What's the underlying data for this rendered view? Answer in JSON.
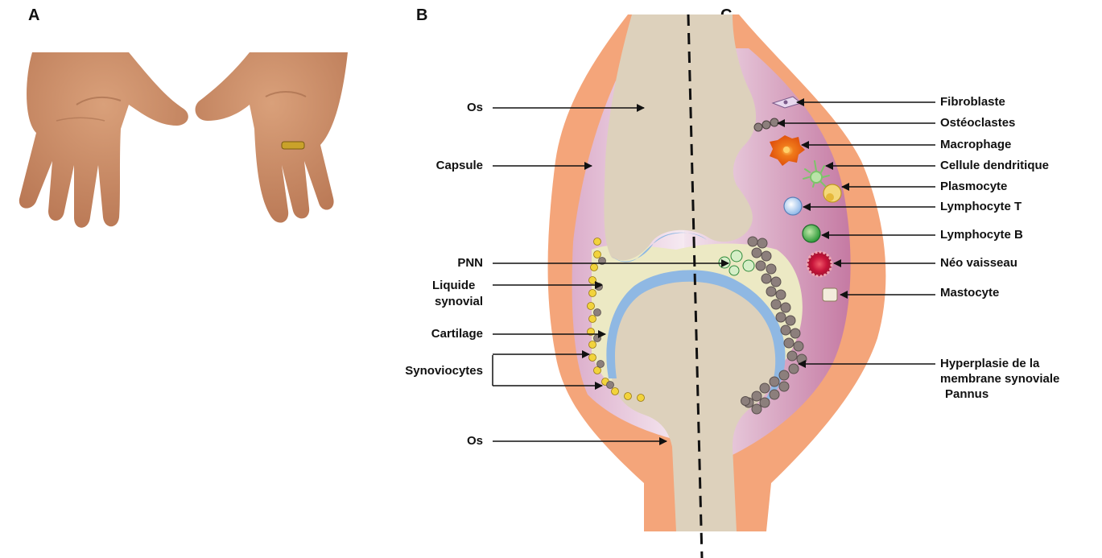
{
  "panels": {
    "a": "A",
    "b": "B",
    "c": "C"
  },
  "labels_left": {
    "os_top": "Os",
    "capsule": "Capsule",
    "pnn": "PNN",
    "liquide_line1": "Liquide",
    "liquide_line2": "synovial",
    "cartilage": "Cartilage",
    "synoviocytes": "Synoviocytes",
    "os_bottom": "Os"
  },
  "labels_right": {
    "fibroblaste": "Fibroblaste",
    "osteoclastes": "Ostéoclastes",
    "macrophage": "Macrophage",
    "cellule_dendritique": "Cellule dendritique",
    "plasmocyte": "Plasmocyte",
    "lymphocyte_t": "Lymphocyte T",
    "lymphocyte_b": "Lymphocyte B",
    "neo_vaisseau": "Néo vaisseau",
    "mastocyte": "Mastocyte",
    "hyperplasie_line1": "Hyperplasie de la",
    "hyperplasie_line2": "membrane synoviale",
    "pannus": "Pannus"
  },
  "colors": {
    "capsule": "#f4a57a",
    "bone": "#ddd1bc",
    "synovium_left": "#e9c6dc",
    "synovium_right": "#c87ba6",
    "synovial_fluid": "#ece9c4",
    "cartilage": "#8fb8e3",
    "synoviocyte": "#f2d33c",
    "pannus_cell": "#8c7f7c",
    "skin": "#c98a62"
  }
}
